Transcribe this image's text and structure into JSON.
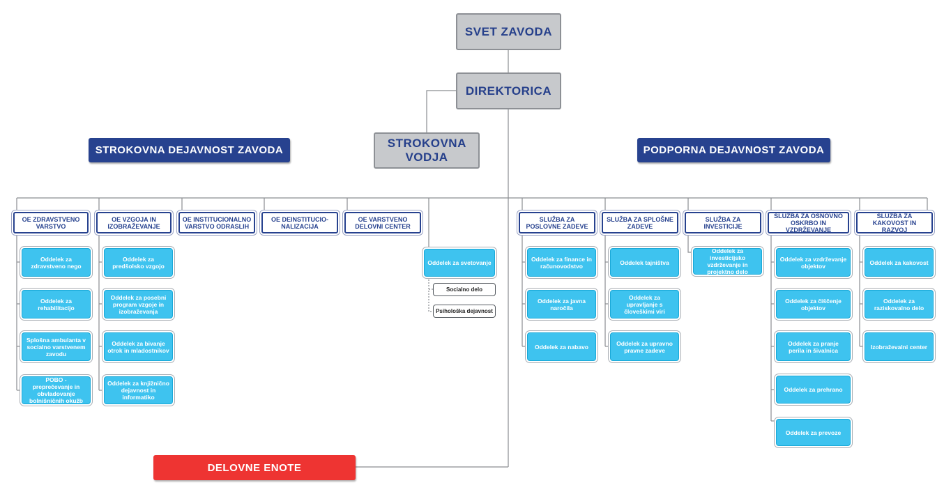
{
  "board": "SVET ZAVODA",
  "director": "DIREKTORICA",
  "professional_head": "STROKOVNA VODJA",
  "professional_activity": "STROKOVNA DEJAVNOST ZAVODA",
  "support_activity": "PODPORNA DEJAVNOST ZAVODA",
  "work_units": "DELOVNE ENOTE",
  "professional_units": [
    {
      "label": "OE ZDRAVSTVENO VARSTVO",
      "departments": [
        "Oddelek za zdravstveno nego",
        "Oddelek za rehabilitacijo",
        "Splošna ambulanta v socialno varstvenem zavodu",
        "POBO - preprečevanje in obvladovanje bolnišničnih okužb"
      ]
    },
    {
      "label": "OE VZGOJA IN IZOBRAŽEVANJE",
      "departments": [
        "Oddelek za predšolsko vzgojo",
        "Oddelek za posebni program vzgoje in izobraževanja",
        "Oddelek za bivanje otrok in mladostnikov",
        "Oddelek za knjižnično dejavnost in informatiko"
      ]
    },
    {
      "label": "OE INSTITUCIONALNO VARSTVO ODRASLIH",
      "departments": []
    },
    {
      "label": "OE DEINSTITUCIO-NALIZACIJA",
      "departments": []
    },
    {
      "label": "OE VARSTVENO DELOVNI CENTER",
      "departments": []
    }
  ],
  "counseling": {
    "label": "Oddelek za svetovanje",
    "sub": [
      "Socialno delo",
      "Psihološka dejavnost"
    ]
  },
  "support_units": [
    {
      "label": "SLUŽBA ZA POSLOVNE ZADEVE",
      "departments": [
        "Oddelek za finance in računovodstvo",
        "Oddelek za javna naročila",
        "Oddelek za nabavo"
      ]
    },
    {
      "label": "SLUŽBA ZA SPLOŠNE ZADEVE",
      "departments": [
        "Oddelek tajništva",
        "Oddelek za upravljanje s človeškimi viri",
        "Oddelek za upravno pravne zadeve"
      ]
    },
    {
      "label": "SLUŽBA ZA INVESTICIJE",
      "departments": [
        "Oddelek za investicijsko vzdrževanje in projektno delo"
      ]
    },
    {
      "label": "SLUŽBA ZA OSNOVNO OSKRBO IN VZDRŽEVANJE",
      "departments": [
        "Oddelek za vzdrževanje objektov",
        "Oddelek za čiščenje objektov",
        "Oddelek za pranje perila in šivalnica",
        "Oddelek za prehrano",
        "Oddelek za prevoze"
      ]
    },
    {
      "label": "SLUŽBA ZA KAKOVOST IN RAZVOJ",
      "departments": [
        "Oddelek za kakovost",
        "Oddelek za raziskovalno delo",
        "Izobraževalni center"
      ]
    }
  ],
  "colors": {
    "navy": "#27428f",
    "light_blue": "#3ec3ef",
    "grey_box": "#c7c9cc",
    "red": "#ee3432",
    "connector": "#8a8d91"
  }
}
